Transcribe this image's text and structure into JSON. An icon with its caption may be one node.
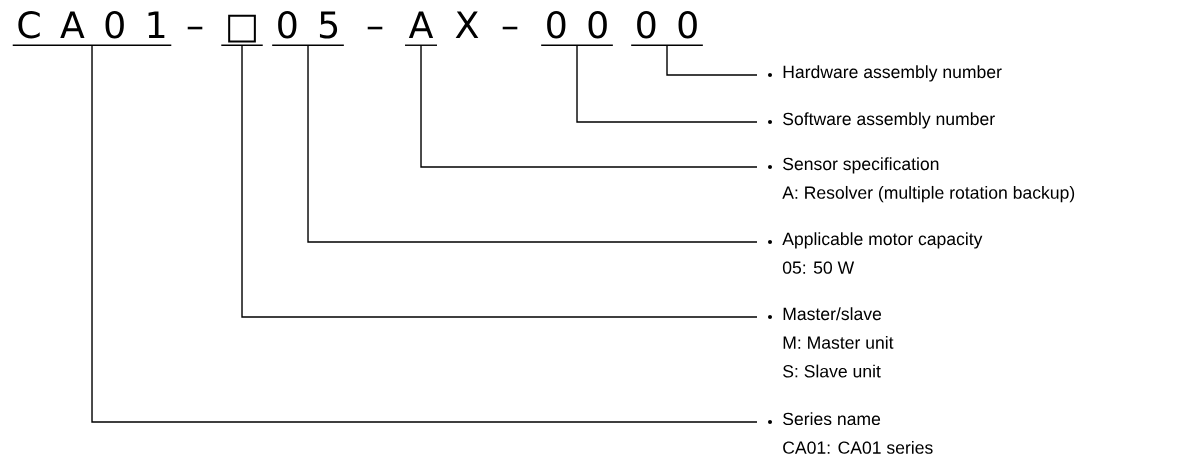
{
  "diagram": {
    "nodes": [
      {
        "text": [
          "C A 0 1"
        ]
      },
      {
        "text": [
          "□"
        ]
      },
      {
        "text": [
          "0 5"
        ]
      },
      {
        "text": [
          "A"
        ]
      },
      {
        "text": [
          "0 0"
        ]
      },
      {
        "text": [
          "0 0"
        ]
      },
      {
        "text": [
          "Hardware assembly number"
        ]
      },
      {
        "text": [
          "Software assembly number"
        ]
      },
      {
        "text": [
          "Sensor specification",
          "A: Resolver (multiple rotation backup)"
        ]
      },
      {
        "text": [
          "Applicable motor capacity",
          "05: 50 W"
        ]
      },
      {
        "text": [
          "Master/slave",
          "M: Master unit",
          "S: Slave unit"
        ]
      },
      {
        "text": [
          "Series name",
          "CA01: CA01 series"
        ]
      }
    ],
    "edges": [
      {
        "from": 5,
        "to": 6,
        "arrow": "none"
      },
      {
        "from": 4,
        "to": 7,
        "arrow": "none"
      },
      {
        "from": 3,
        "to": 8,
        "arrow": "none"
      },
      {
        "from": 2,
        "to": 9,
        "arrow": "none"
      },
      {
        "from": 1,
        "to": 10,
        "arrow": "none"
      },
      {
        "from": 0,
        "to": 11,
        "arrow": "none"
      }
    ],
    "labels": [
      "–",
      "–",
      "X",
      "–"
    ]
  }
}
